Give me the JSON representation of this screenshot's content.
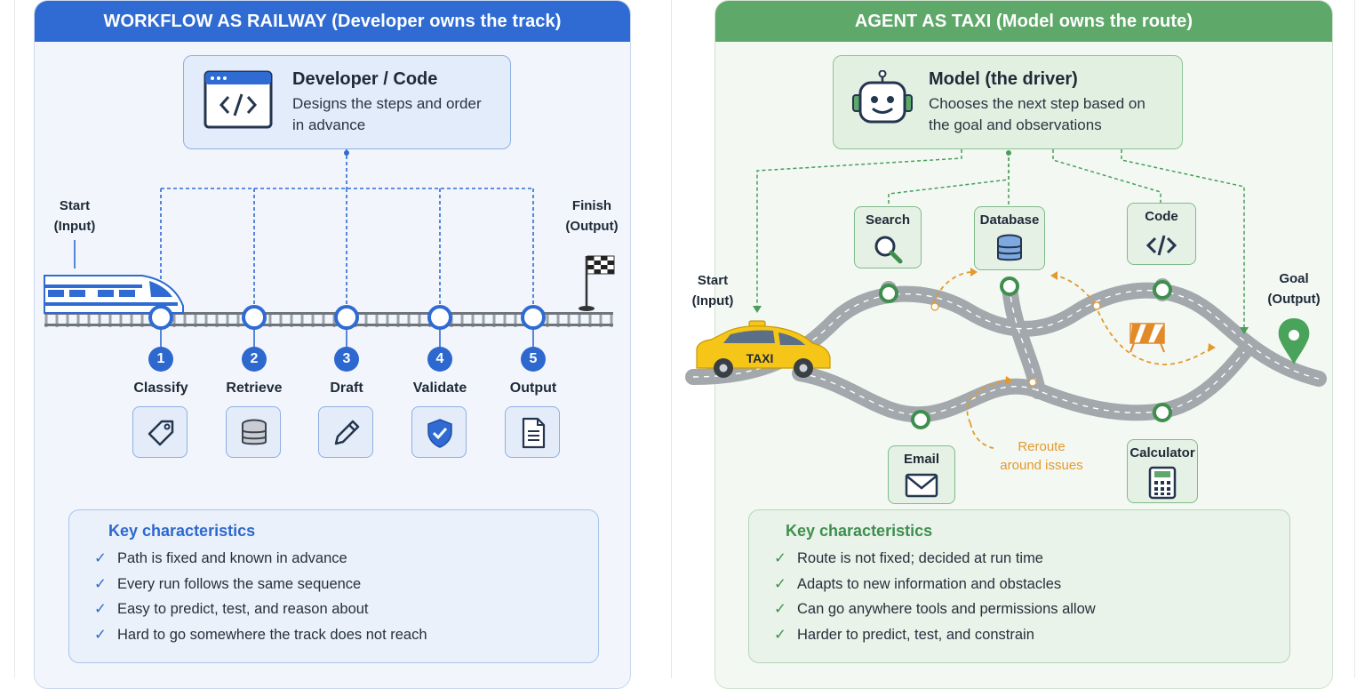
{
  "left": {
    "header": "WORKFLOW AS RAILWAY (Developer owns the track)",
    "role_title": "Developer / Code",
    "role_desc_1": "Designs the steps and order",
    "role_desc_2": "in advance",
    "start_1": "Start",
    "start_2": "(Input)",
    "finish_1": "Finish",
    "finish_2": "(Output)",
    "steps": [
      {
        "num": "1",
        "label": "Classify",
        "icon": "tag-icon"
      },
      {
        "num": "2",
        "label": "Retrieve",
        "icon": "database-icon"
      },
      {
        "num": "3",
        "label": "Draft",
        "icon": "pencil-icon"
      },
      {
        "num": "4",
        "label": "Validate",
        "icon": "shield-check-icon"
      },
      {
        "num": "5",
        "label": "Output",
        "icon": "document-icon"
      }
    ],
    "key_title": "Key characteristics",
    "key_items": [
      "Path is fixed and known in advance",
      "Every run follows the same sequence",
      "Easy to predict, test, and reason about",
      "Hard to go somewhere the track does not reach"
    ]
  },
  "right": {
    "header": "AGENT AS TAXI (Model owns the route)",
    "role_title": "Model (the driver)",
    "role_desc_1": "Chooses the next step based on",
    "role_desc_2": "the goal and observations",
    "start_1": "Start",
    "start_2": "(Input)",
    "goal_1": "Goal",
    "goal_2": "(Output)",
    "taxi_sign": "TAXI",
    "tools": [
      {
        "label": "Search",
        "icon": "magnifier-icon"
      },
      {
        "label": "Database",
        "icon": "database-icon"
      },
      {
        "label": "Code",
        "icon": "code-icon"
      },
      {
        "label": "Email",
        "icon": "envelope-icon"
      },
      {
        "label": "Calculator",
        "icon": "calculator-icon"
      }
    ],
    "reroute_1": "Reroute",
    "reroute_2": "around issues",
    "key_title": "Key characteristics",
    "key_items": [
      "Route is not fixed; decided at run time",
      "Adapts to new information and obstacles",
      "Can go anywhere tools and permissions allow",
      "Harder to predict, test, and constrain"
    ]
  },
  "colors": {
    "railway_blue": "#2f6bd3",
    "taxi_green": "#5ea86a",
    "reroute_orange": "#e39a2c",
    "taxi_yellow": "#f5c518"
  }
}
